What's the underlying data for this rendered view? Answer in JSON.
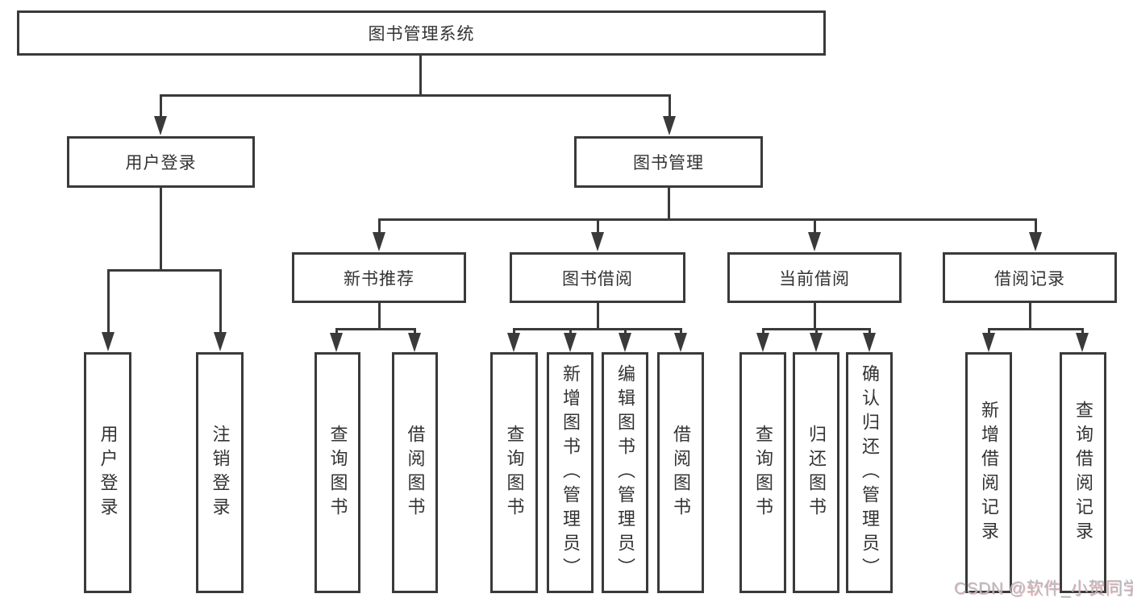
{
  "tree": {
    "label": "图书管理系统",
    "children": [
      {
        "label": "用户登录",
        "children": [
          {
            "label": "用户登录"
          },
          {
            "label": "注销登录"
          }
        ]
      },
      {
        "label": "图书管理",
        "children": [
          {
            "label": "新书推荐",
            "children": [
              {
                "label": "查询图书"
              },
              {
                "label": "借阅图书"
              }
            ]
          },
          {
            "label": "图书借阅",
            "children": [
              {
                "label": "查询图书"
              },
              {
                "label": "新增图书（管理员）"
              },
              {
                "label": "编辑图书（管理员）"
              },
              {
                "label": "借阅图书"
              }
            ]
          },
          {
            "label": "当前借阅",
            "children": [
              {
                "label": "查询图书"
              },
              {
                "label": "归还图书"
              },
              {
                "label": "确认归还（管理员）"
              }
            ]
          },
          {
            "label": "借阅记录",
            "children": [
              {
                "label": "新增借阅记录"
              },
              {
                "label": "查询借阅记录"
              }
            ]
          }
        ]
      }
    ]
  },
  "watermark": {
    "text": "CSDN @软件_小贺同学"
  },
  "colors": {
    "line": "#3a3a3a",
    "text": "#333333",
    "watermark": "#b7b9c1"
  }
}
